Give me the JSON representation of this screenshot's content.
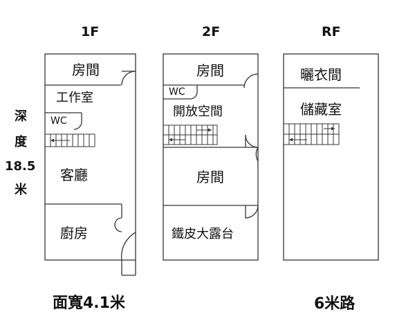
{
  "floors": [
    {
      "id": "1f",
      "label": "1F"
    },
    {
      "id": "2f",
      "label": "2F"
    },
    {
      "id": "rf",
      "label": "RF"
    }
  ],
  "rooms_1f": {
    "bedroom": "房間",
    "workroom": "工作室",
    "wc": "WC",
    "living": "客廳",
    "kitchen": "廚房"
  },
  "rooms_2f": {
    "bedroom_front": "房間",
    "wc": "WC",
    "open_space": "開放空間",
    "bedroom_back": "房間",
    "balcony": "鐵皮大露台"
  },
  "rooms_rf": {
    "laundry": "曬衣間",
    "storage": "儲藏室"
  },
  "depth_label": {
    "line1": "深",
    "line2": "度",
    "value": "18.5",
    "unit": "米"
  },
  "width_label": "面寬4.1米",
  "road_label": "6米路"
}
